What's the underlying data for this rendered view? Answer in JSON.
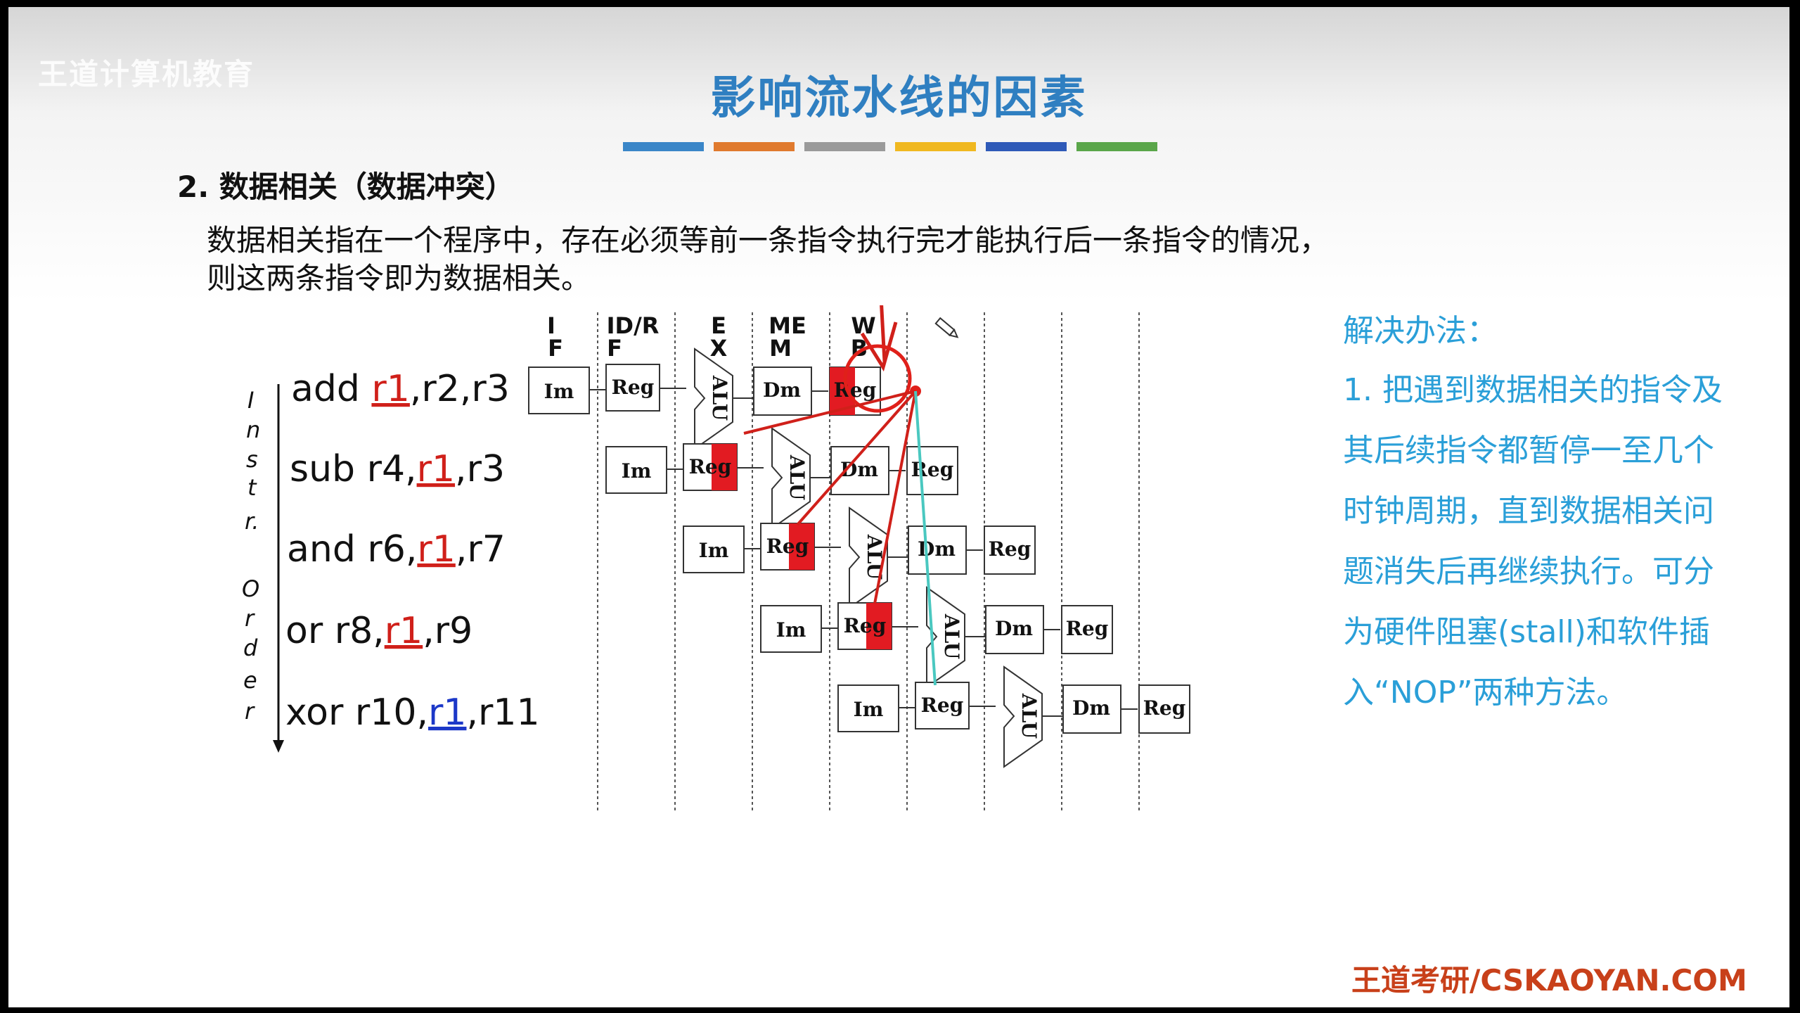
{
  "watermark": "王道计算机教育",
  "title": "影响流水线的因素",
  "colorbar": [
    "#3a86c8",
    "#e07a2e",
    "#9a9a9a",
    "#f0b820",
    "#2f5ab8",
    "#5aa64a"
  ],
  "section_heading": "2. 数据相关（数据冲突）",
  "paragraph": {
    "line1": "数据相关指在一个程序中，存在必须等前一条指令执行完才能执行后一条指令的情况，",
    "line2": "则这两条指令即为数据相关。"
  },
  "diagram": {
    "stage_headers": [
      {
        "line1": "I",
        "line2": "F"
      },
      {
        "line1": "ID/R",
        "line2": "F"
      },
      {
        "line1": "E",
        "line2": "X"
      },
      {
        "line1": "ME",
        "line2": "M"
      },
      {
        "line1": "W",
        "line2": "B"
      }
    ],
    "axis_letters": [
      "I",
      "n",
      "s",
      "t",
      "r.",
      "O",
      "r",
      "d",
      "e",
      "r"
    ],
    "instructions": [
      {
        "op": "add ",
        "reg": "r1",
        "rest": ",r2,r3"
      },
      {
        "op": "sub r4,",
        "reg": "r1",
        "rest": ",r3"
      },
      {
        "op": "and r6,",
        "reg": "r1",
        "rest": ",r7"
      },
      {
        "op": "or   r8,",
        "reg": "r1",
        "rest": ",r9"
      },
      {
        "op": "xor r10,",
        "reg": "r1",
        "rest": ",r11"
      }
    ],
    "block_labels": {
      "im": "Im",
      "reg": "Reg",
      "alu": "ALU",
      "dm": "Dm"
    }
  },
  "solution": {
    "title": "解决办法：",
    "lines": [
      "1. 把遇到数据相关的指令及",
      "其后续指令都暂停一至几个",
      "时钟周期，直到数据相关问",
      "题消失后再继续执行。可分",
      "为硬件阻塞(stall)和软件插",
      "入“NOP”两种方法。"
    ]
  },
  "footer": "王道考研/CSKAOYAN.COM"
}
